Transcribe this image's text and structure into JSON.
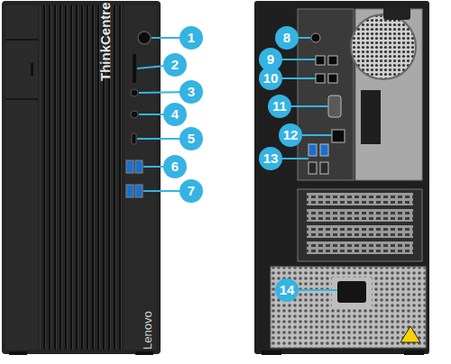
{
  "diagram": {
    "labels": [
      "1",
      "2",
      "3",
      "4",
      "5",
      "6",
      "7",
      "8",
      "9",
      "10",
      "11",
      "12",
      "13",
      "14",
      "ThinkCentre",
      "Lenovo"
    ]
  }
}
